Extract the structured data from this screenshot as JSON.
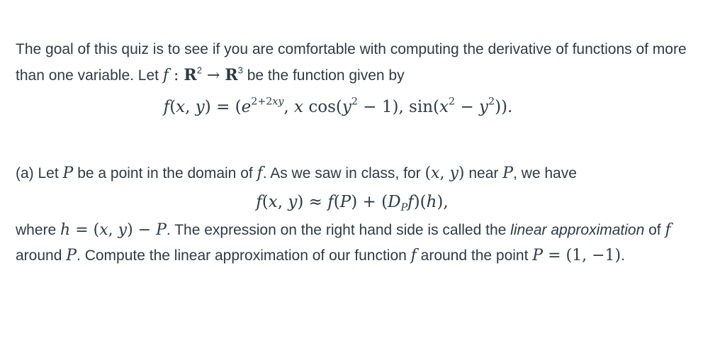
{
  "intro": {
    "text_1": "The goal of this quiz is to see if you are comfortable with computing the derivative of functions of more than one variable. Let ",
    "math_map": "f : R² → R³",
    "text_2": " be the function given by"
  },
  "definition": {
    "formula": "f(x, y) = (e^{2+2xy}, x cos(y² − 1), sin(x² − y²))."
  },
  "part_a": {
    "label": "(a)",
    "text_1": " Let ",
    "text_2": " be a point in the domain of ",
    "text_3": ". As we saw in class, for ",
    "text_4": " near ",
    "text_5": ", we have",
    "approx": "f(x, y) ≈ f(P) + (D_P f)(h),",
    "text_6": "where ",
    "h_def": "h = (x, y) − P",
    "text_7": ". The expression on the right hand side is called the ",
    "linear_approx_term": "linear approximation",
    "text_8": " of ",
    "text_9": " around ",
    "text_10": ". Compute the linear approximation of our function ",
    "text_11": " around the point ",
    "point": "P = (1, −1)",
    "text_12": "."
  }
}
